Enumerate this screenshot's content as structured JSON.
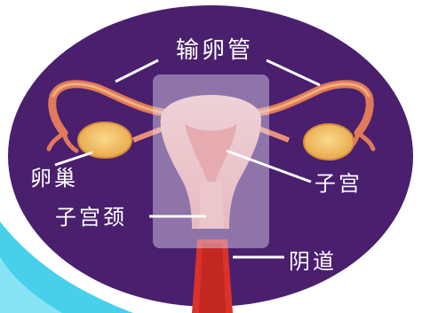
{
  "labels": {
    "fallopian_tube": "输卵管",
    "ovary": "卵巢",
    "uterus": "子宫",
    "cervix": "子宫颈",
    "vagina": "阴道"
  },
  "colors": {
    "background_oval": "#4a1f6e",
    "organ_pink": "#f0a6a0",
    "organ_dark": "#c8463c",
    "vagina_red": "#d8322a",
    "highlight_box": "#d9d2ea",
    "label_text": "#ffffff",
    "leader_line": "#ffffff",
    "corner_accent": "#28c8e6"
  }
}
